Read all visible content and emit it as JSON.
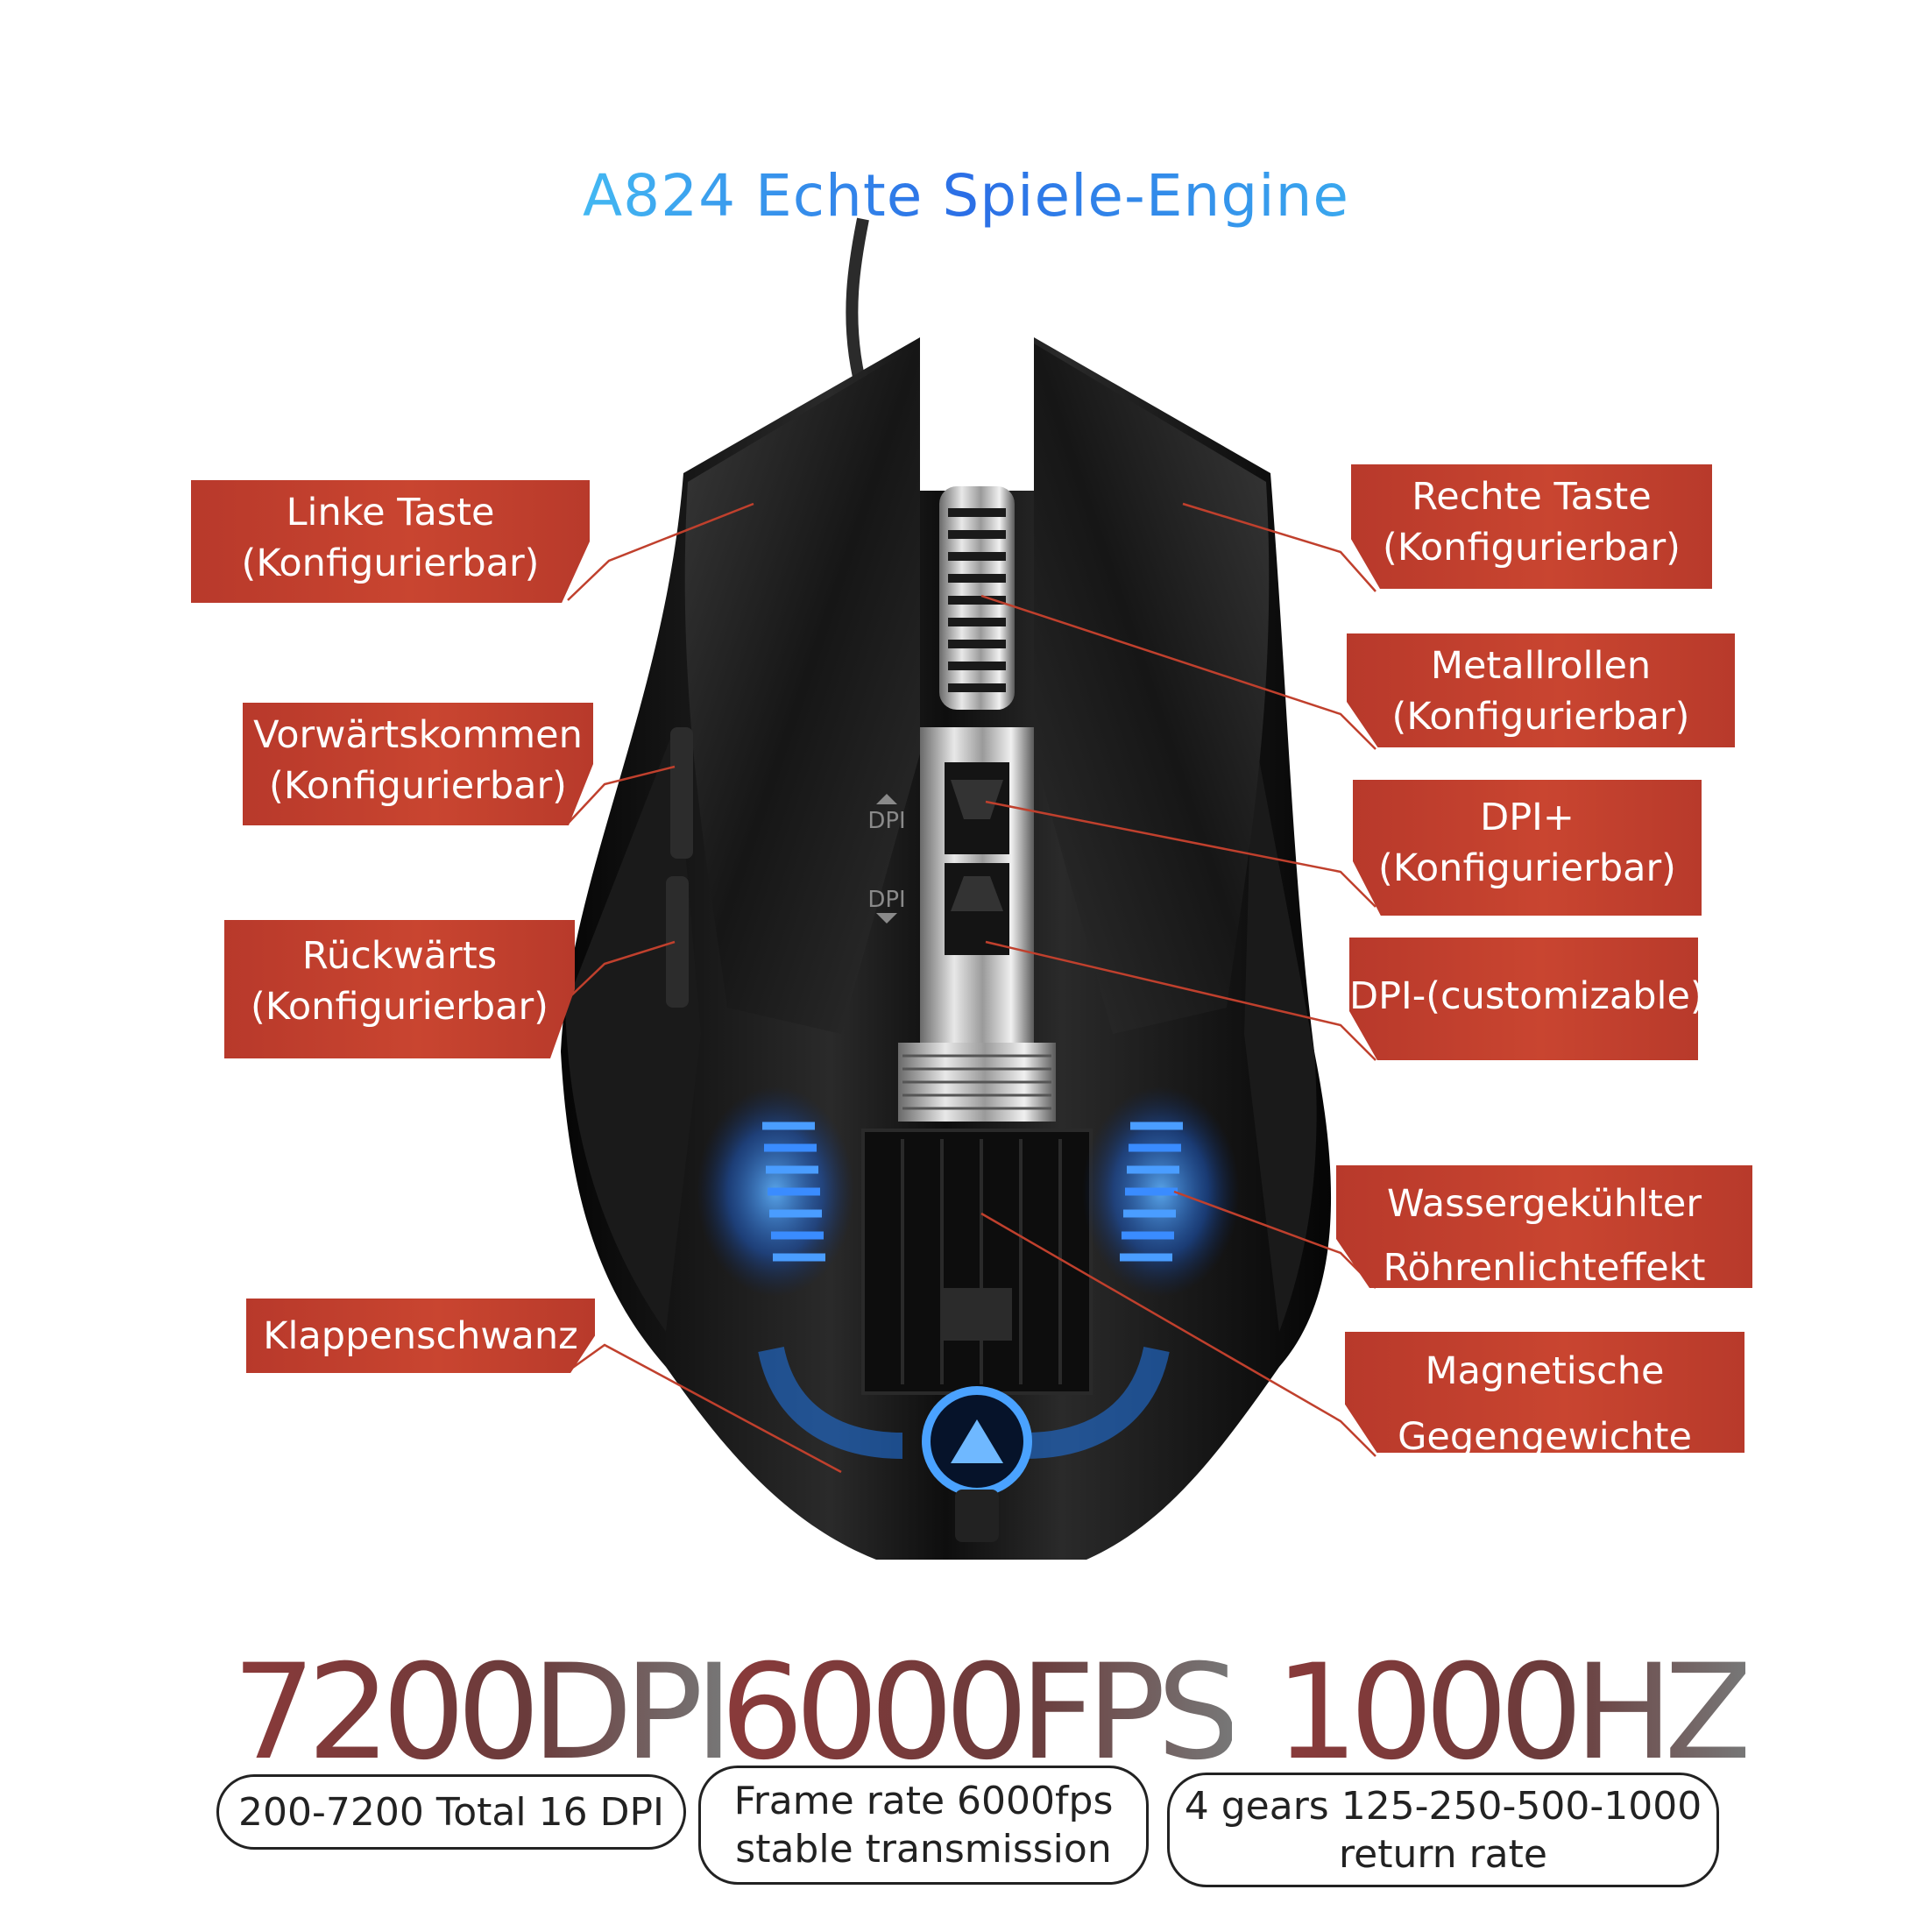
{
  "title": "A824 Echte Spiele-Engine",
  "colors": {
    "label_bg": "#c0402d",
    "title_blue": "#2b7be6",
    "stat_text": "#7a3a3a",
    "leader_line": "#c0402d",
    "led_blue": "#2f7dff"
  },
  "labels": {
    "left_button": {
      "line1": "Linke Taste",
      "line2": "(Konfigurierbar)"
    },
    "forward": {
      "line1": "Vorwärtskommen",
      "line2": "(Konfigurierbar)"
    },
    "backward": {
      "line1": "Rückwärts",
      "line2": "(Konfigurierbar)"
    },
    "tail": {
      "line1": "Klappenschwanz"
    },
    "right_button": {
      "line1": "Rechte Taste",
      "line2": "(Konfigurierbar)"
    },
    "metal_wheel": {
      "line1": "Metallrollen",
      "line2": "(Konfigurierbar)"
    },
    "dpi_plus": {
      "line1": "DPI+",
      "line2": "(Konfigurierbar)"
    },
    "dpi_minus": {
      "line1": "DPI-(customizable)"
    },
    "water_cooled": {
      "line1": "Wassergekühlter",
      "line2": "Röhrenlichteffekt"
    },
    "counterweights": {
      "line1": "Magnetische",
      "line2": "Gegengewichte"
    }
  },
  "mouse_text": {
    "dpi_up": "DPI",
    "dpi_down": "DPI"
  },
  "stats": [
    {
      "value": "7200DPI",
      "desc_line1": "200-7200 Total 16 DPI",
      "desc_line2": ""
    },
    {
      "value": "6000FPS",
      "desc_line1": "Frame rate 6000fps",
      "desc_line2": "stable transmission"
    },
    {
      "value": "1000HZ",
      "desc_line1": "4 gears 125-250-500-1000",
      "desc_line2": "return rate"
    }
  ]
}
